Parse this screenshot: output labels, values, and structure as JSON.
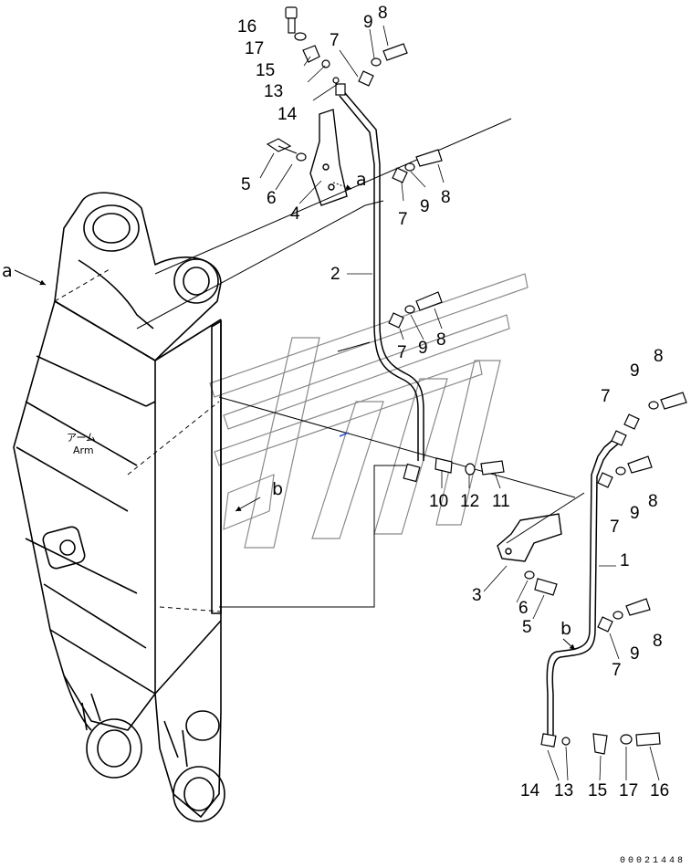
{
  "arm_label": {
    "jp": "アーム",
    "en": "Arm"
  },
  "view_refs": {
    "a": "a",
    "b": "b"
  },
  "doc_number": "00021448",
  "callouts": {
    "c16_top": "16",
    "c17_top": "17",
    "c15_top": "15",
    "c13_top": "13",
    "c14_top": "14",
    "c7_top": "7",
    "c9_top": "9",
    "c8_top": "8",
    "c5_left": "5",
    "c6_left": "6",
    "c4": "4",
    "c7_mid1": "7",
    "c9_mid1": "9",
    "c8_mid1": "8",
    "c2": "2",
    "c7_mid2": "7",
    "c9_mid2": "9",
    "c8_mid2": "8",
    "c10": "10",
    "c12": "12",
    "c11": "11",
    "c7_r1": "7",
    "c9_r1": "9",
    "c8_r1": "8",
    "c9_r2": "9",
    "c8_r2": "8",
    "c7_r2": "7",
    "c1": "1",
    "c3": "3",
    "c6_r": "6",
    "c5_r": "5",
    "c8_r3": "8",
    "c9_r3": "9",
    "c7_r3": "7",
    "c14_bot": "14",
    "c13_bot": "13",
    "c15_bot": "15",
    "c17_bot": "17",
    "c16_bot": "16"
  }
}
